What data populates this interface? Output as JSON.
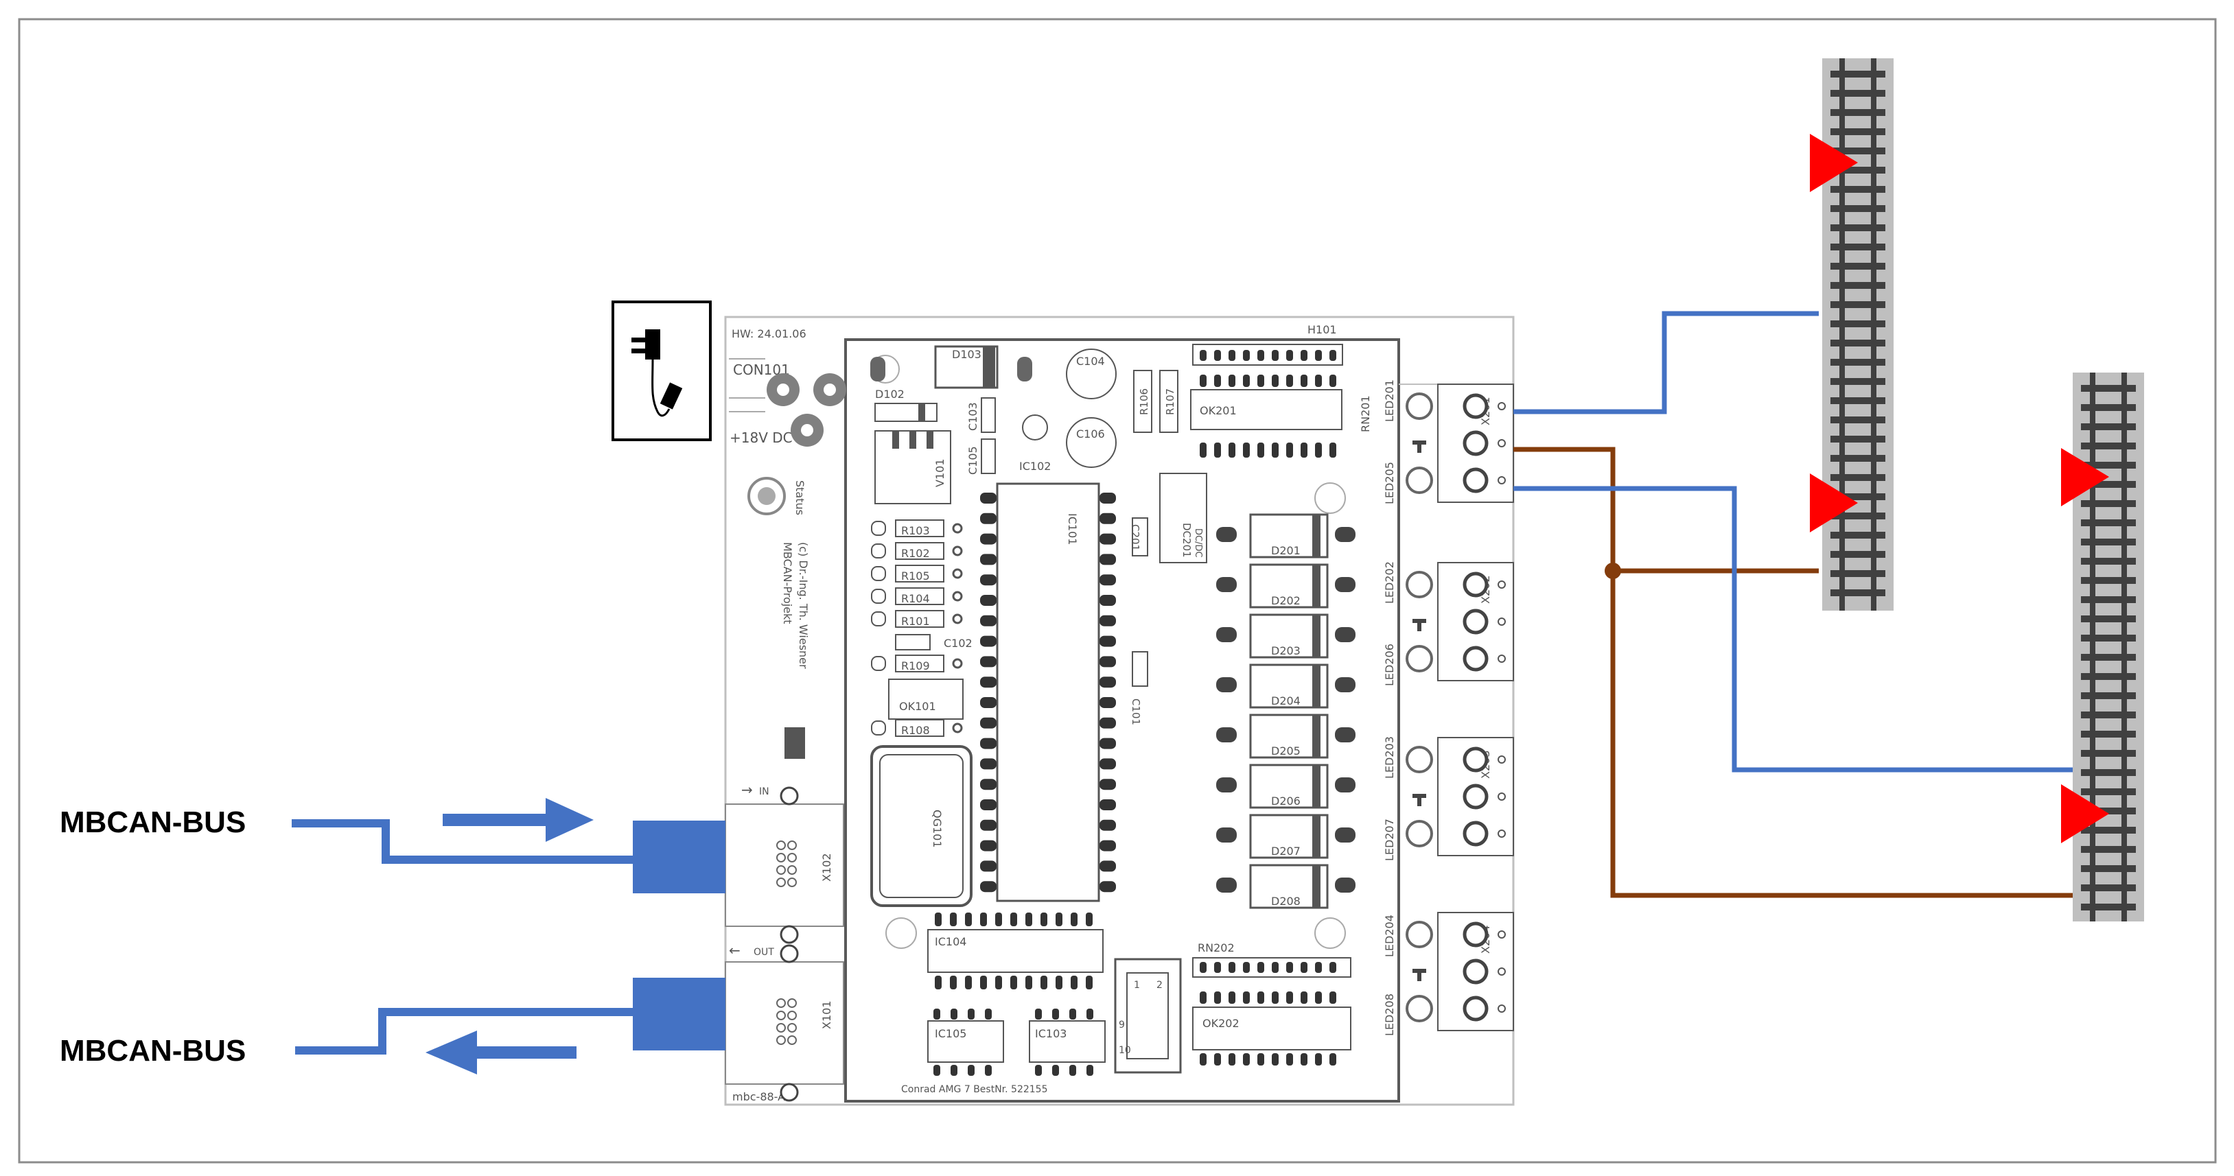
{
  "bus_labels": {
    "in": "MBCAN-BUS",
    "out": "MBCAN-BUS"
  },
  "pcb": {
    "hw_version": "HW: 24.01.06",
    "connector": "CON101",
    "power": "+18V DC",
    "status": "Status",
    "project": "MBCAN-Projekt",
    "copyright": "(c) Dr.-Ing. Th. Wiesner",
    "board_name": "mbc-88-AC",
    "footer": "Conrad AMG 7 BestNr. 522155",
    "port_in": "IN",
    "port_out": "OUT",
    "parts": {
      "h101": "H101",
      "d103": "D103",
      "d102": "D102",
      "c104": "C104",
      "c106": "C106",
      "r106": "R106",
      "r107": "R107",
      "ok201": "OK201",
      "rn201": "RN201",
      "c103": "C103",
      "c105": "C105",
      "ic102": "IC102",
      "v101": "V101",
      "ic101": "IC101",
      "c201": "C201",
      "dc201": "DC201",
      "dcdc": "DC/DC",
      "c102": "C102",
      "c101": "C101",
      "ok101": "OK101",
      "qg101": "QG101",
      "ic104": "IC104",
      "ic105": "IC105",
      "ic103": "IC103",
      "rn202": "RN202",
      "ok202": "OK202",
      "x101": "X101",
      "x102": "X102",
      "x201": "X201",
      "x202": "X202",
      "x203": "X203",
      "x204": "X204",
      "r103": "R103",
      "r102": "R102",
      "r105": "R105",
      "r104": "R104",
      "r101": "R101",
      "r109": "R109",
      "r108": "R108",
      "d201": "D201",
      "d202": "D202",
      "d203": "D203",
      "d204": "D204",
      "d205": "D205",
      "d206": "D206",
      "d207": "D207",
      "d208": "D208",
      "led201": "LED201",
      "led205": "LED205",
      "led202": "LED202",
      "led206": "LED206",
      "led203": "LED203",
      "led207": "LED207",
      "led204": "LED204",
      "led208": "LED208",
      "pin1": "1",
      "pin2": "2",
      "pin9": "9",
      "pin10": "10"
    }
  },
  "colors": {
    "bus": "#4472c4",
    "wire_blue": "#4472c4",
    "wire_brown": "#843c0c",
    "marker": "#ff0000",
    "track_bed": "#bfbfbf",
    "track_rail": "#404040"
  },
  "icons": {
    "power_adapter": "power-plug-icon",
    "track_marker": "triangle-right-icon"
  }
}
